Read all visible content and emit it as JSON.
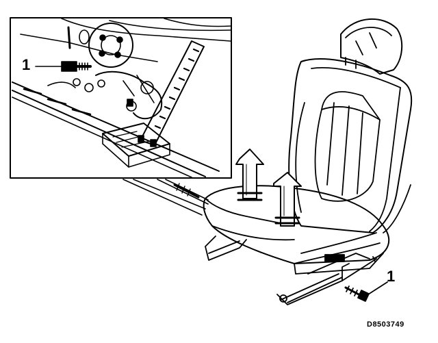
{
  "diagram": {
    "callouts": {
      "inset_bolt": "1",
      "seat_bolt": "1"
    },
    "figure_code": "D8503749",
    "colors": {
      "ink": "#000000",
      "paper": "#ffffff"
    },
    "icons": [
      "up-arrow-icon"
    ]
  }
}
